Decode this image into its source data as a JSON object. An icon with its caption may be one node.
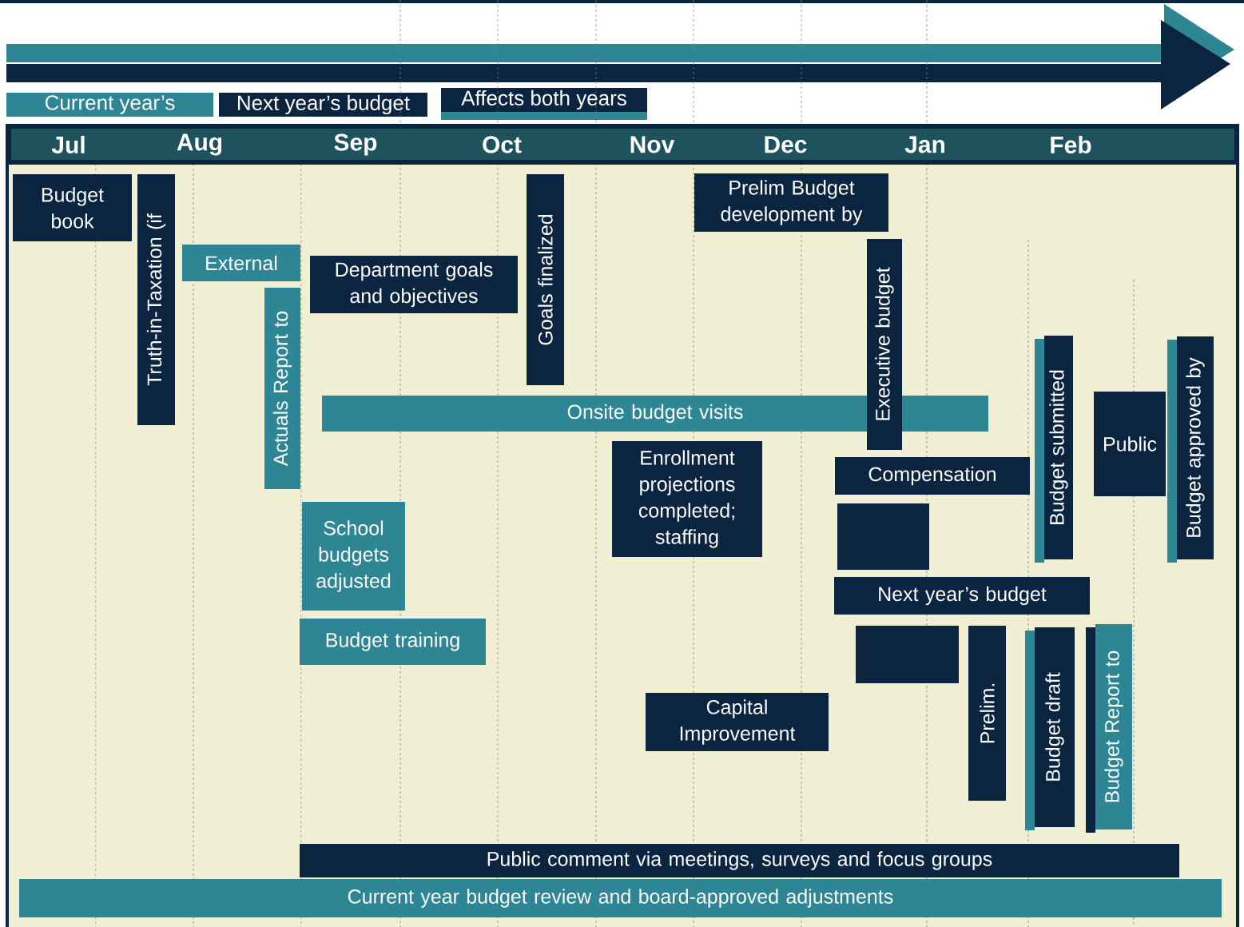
{
  "diagram": {
    "nodes": [
      {
        "text": [
          "Budget book"
        ]
      },
      {
        "text": [
          "Truth-in-Taxation (if"
        ]
      },
      {
        "text": [
          "External"
        ]
      },
      {
        "text": [
          "Actuals Report to"
        ]
      },
      {
        "text": [
          "Department goals and objectives"
        ]
      },
      {
        "text": [
          "Goals finalized"
        ]
      },
      {
        "text": [
          "Prelim Budget development by"
        ]
      },
      {
        "text": [
          "Executive budget"
        ]
      },
      {
        "text": [
          "Onsite budget visits"
        ]
      },
      {
        "text": [
          "Budget submitted"
        ]
      },
      {
        "text": [
          "Public"
        ]
      },
      {
        "text": [
          "Budget approved by"
        ]
      },
      {
        "text": [
          "Enrollment projections completed; staffing"
        ]
      },
      {
        "text": [
          "Compensation"
        ]
      },
      {
        "text": [],
        "shape": "box"
      },
      {
        "text": [
          "School budgets adjusted"
        ]
      },
      {
        "text": [
          "Next year’s budget"
        ]
      },
      {
        "text": [
          "Budget training"
        ]
      },
      {
        "text": [],
        "shape": "box"
      },
      {
        "text": [
          "Prelim."
        ]
      },
      {
        "text": [
          "Budget draft"
        ]
      },
      {
        "text": [
          "Budget Report to"
        ]
      },
      {
        "text": [
          "Capital Improvement"
        ]
      },
      {
        "text": [
          "Public comment via meetings, surveys and focus groups"
        ]
      },
      {
        "text": [
          "Current year budget review and board-approved adjustments"
        ]
      }
    ],
    "labels": [
      "Jul",
      "Aug",
      "Sep",
      "Oct",
      "Nov",
      "Dec",
      "Jan",
      "Feb"
    ],
    "legend": [
      {
        "text": "Current year’s",
        "color": "#2e8594"
      },
      {
        "text": "Next year’s budget",
        "color": "#0b2540"
      },
      {
        "text": "Affects both years"
      }
    ]
  }
}
